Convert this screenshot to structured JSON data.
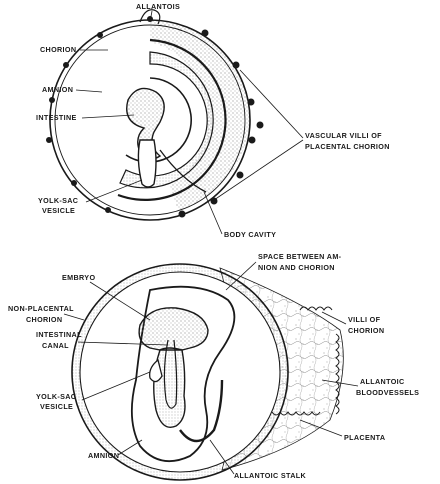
{
  "upper_diagram": {
    "labels": {
      "allantois": "ALLANTOIS",
      "chorion": "CHORION",
      "amnion": "AMNION",
      "intestine": "INTESTINE",
      "yolk_sac_line1": "YOLK-SAC",
      "yolk_sac_line2": "VESICLE",
      "vascular_villi_line1": "VASCULAR VILLI OF",
      "vascular_villi_line2": "PLACENTAL CHORION",
      "body_cavity": "BODY CAVITY"
    }
  },
  "lower_diagram": {
    "labels": {
      "space_line1": "SPACE BETWEEN AM-",
      "space_line2": "NION AND CHORION",
      "embryo": "EMBRYO",
      "non_placental_line1": "NON-PLACENTAL",
      "non_placental_line2": "CHORION",
      "villi_line1": "VILLI OF",
      "villi_line2": "CHORION",
      "intestinal_line1": "INTESTINAL",
      "intestinal_line2": "CANAL",
      "allantoic_vessels_line1": "ALLANTOIC",
      "allantoic_vessels_line2": "BLOODVESSELS",
      "yolk_sac_line1": "YOLK-SAC",
      "yolk_sac_line2": "VESICLE",
      "placenta": "PLACENTA",
      "amnion": "AMNION",
      "allantoic_stalk": "ALLANTOIC STALK"
    }
  },
  "colors": {
    "ink": "#1a1a1a",
    "paper": "#ffffff",
    "stipple": "#7a7a7a"
  }
}
